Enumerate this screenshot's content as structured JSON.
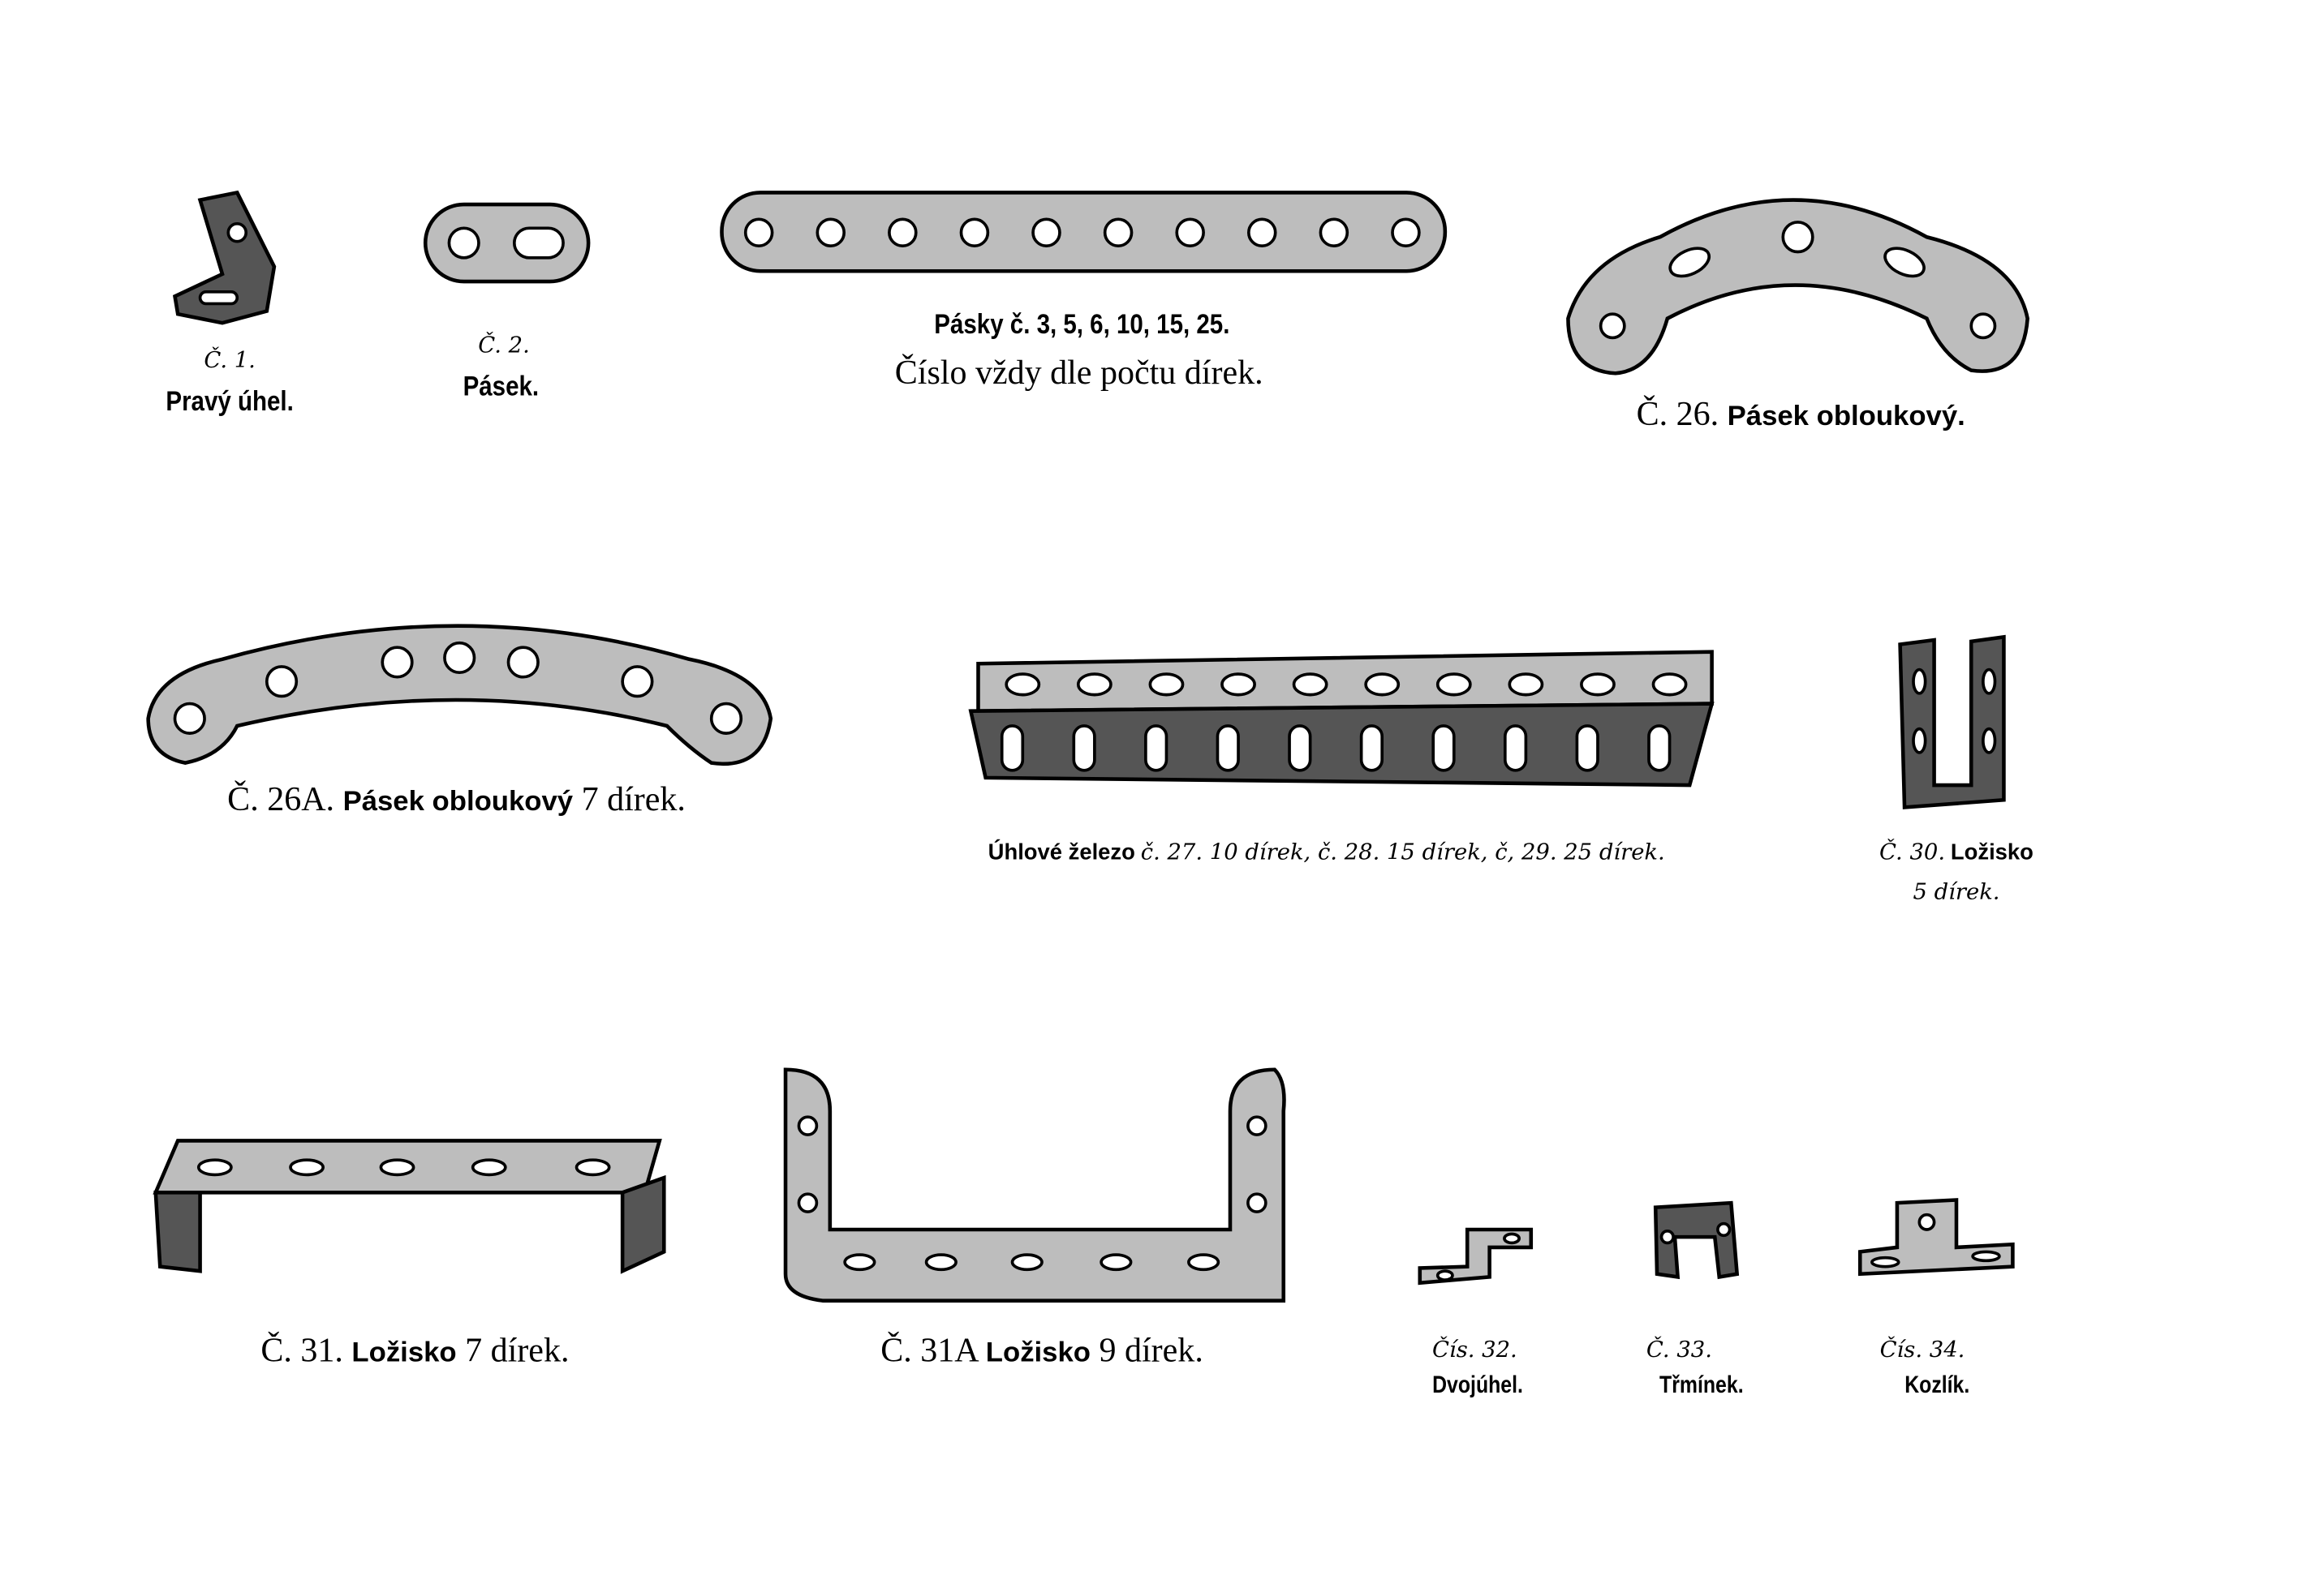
{
  "parts": [
    {
      "number": "Č. 1.",
      "name": "Pravý úhel."
    },
    {
      "number": "Č. 2.",
      "name": "Pásek."
    },
    {
      "name": "Pásky č. 3, 5, 6, 10, 15, 25.",
      "note": "Číslo vždy dle počtu dírek."
    },
    {
      "number": "Č. 26.",
      "name": "Pásek obloukový."
    },
    {
      "number": "Č. 26A.",
      "name": "Pásek obloukový",
      "suffix": "7 dírek."
    },
    {
      "name": "Úhlové železo",
      "details": "č. 27. 10 dírek, č. 28. 15 dírek, č, 29. 25 dírek."
    },
    {
      "number": "Č. 30.",
      "name": "Ložisko",
      "suffix": "5 dírek."
    },
    {
      "number": "Č. 31.",
      "name": "Ložisko",
      "suffix": "7 dírek."
    },
    {
      "number": "Č. 31A",
      "name": "Ložisko",
      "suffix": "9 dírek."
    },
    {
      "number": "Čís. 32.",
      "name": "Dvojúhel."
    },
    {
      "number": "Č. 33.",
      "name": "Třmínek."
    },
    {
      "number": "Čís. 34.",
      "name": "Kozlík."
    }
  ]
}
